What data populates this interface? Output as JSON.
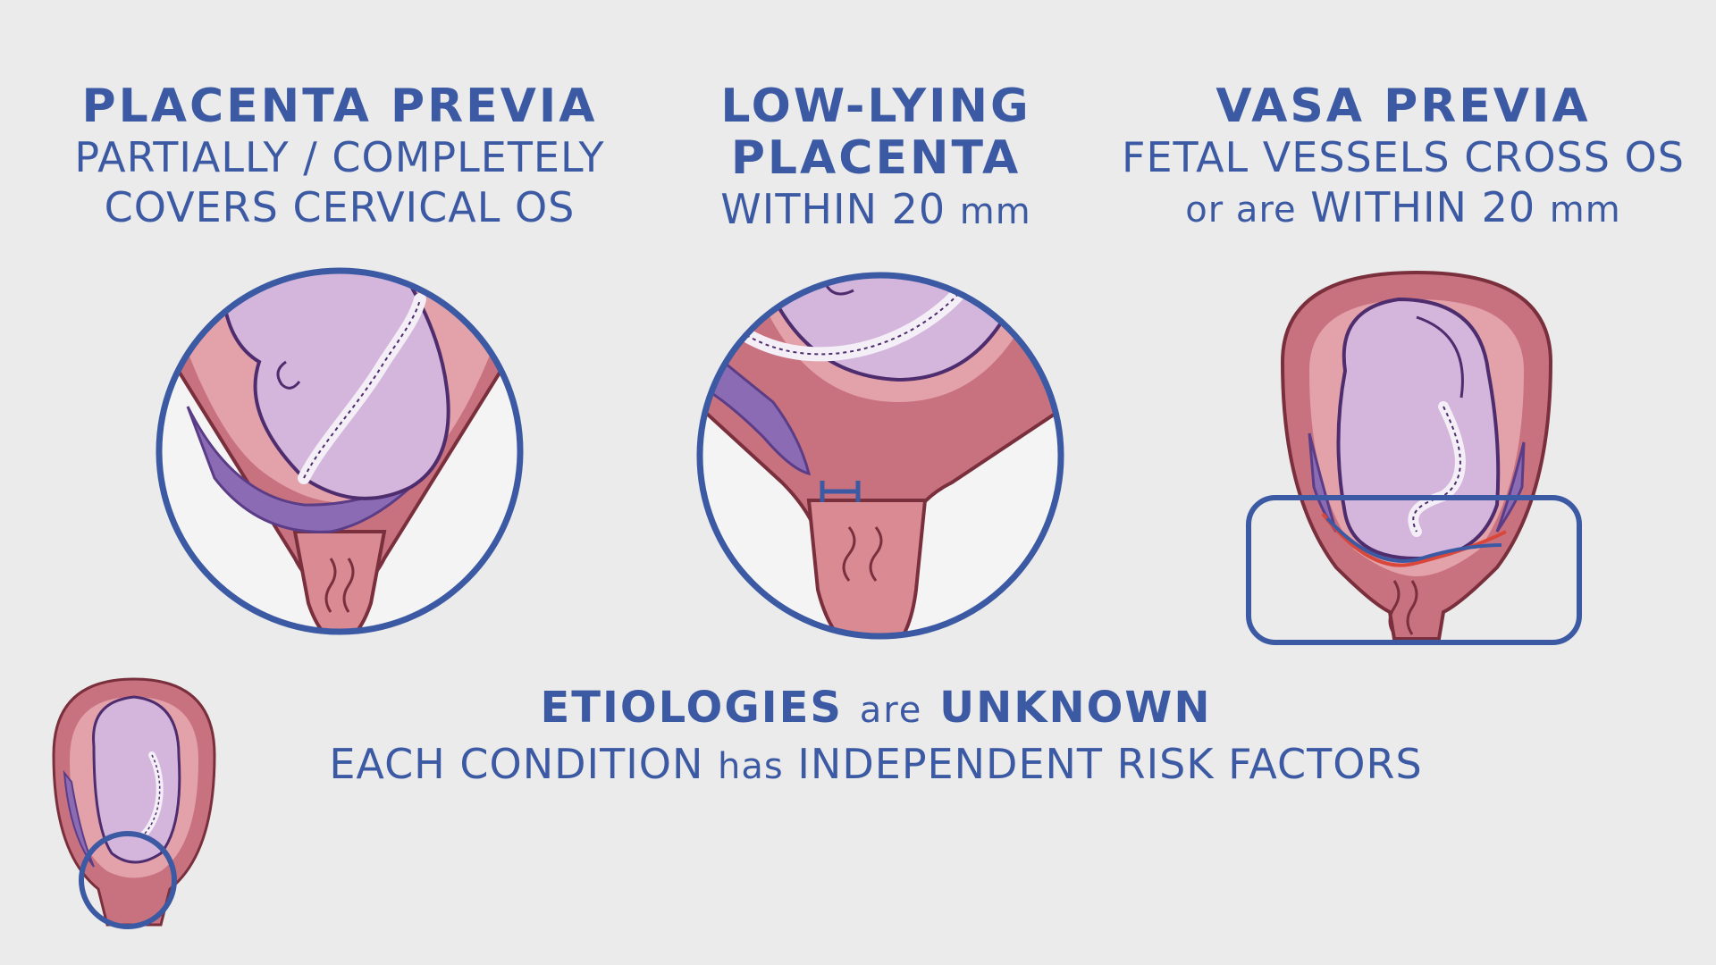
{
  "columns": [
    {
      "title": "PLACENTA PREVIA",
      "line1": "PARTIALLY / COMPLETELY",
      "line2": "COVERS CERVICAL OS"
    },
    {
      "title_line1": "LOW-LYING",
      "title_line2": "PLACENTA",
      "line1_caps": "WITHIN 20",
      "line1_unit": "mm"
    },
    {
      "title": "VASA PREVIA",
      "line1": "FETAL VESSELS CROSS OS",
      "line2_lower": "or are",
      "line2_caps": "WITHIN 20",
      "line2_unit": "mm"
    }
  ],
  "bottom": {
    "line1_a": "ETIOLOGIES",
    "line1_b": "are",
    "line1_c": "UNKNOWN",
    "line2_a": "EACH CONDITION",
    "line2_b": "has",
    "line2_c": "INDEPENDENT RISK FACTORS"
  },
  "colors": {
    "accent_blue": "#3c5aa3",
    "uterus_wall": "#c8727f",
    "placenta": "#8c6bb5",
    "fetus": "#d4b5dc",
    "background": "#ebebeb"
  }
}
